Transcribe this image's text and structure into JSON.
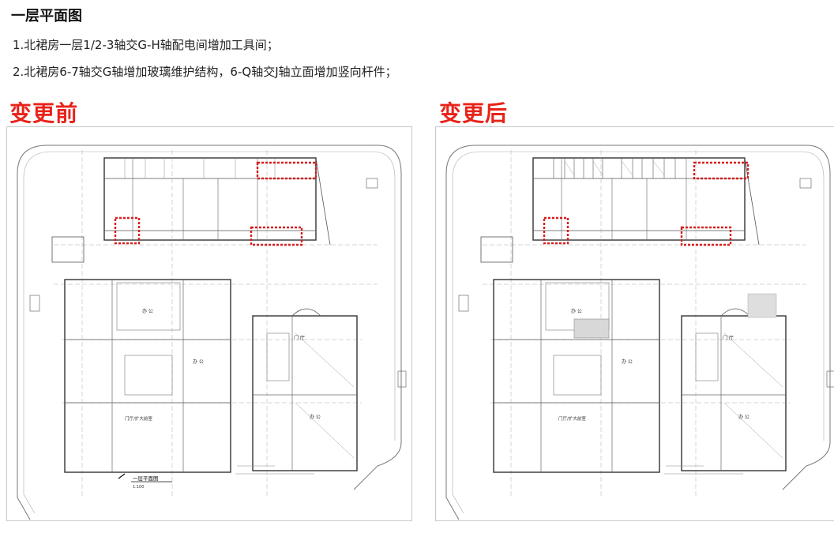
{
  "page": {
    "title": "一层平面图",
    "notes": [
      "1.北裙房一层1/2-3轴交G-H轴配电间增加工具间；",
      "2.北裙房6-7轴交G轴增加玻璃维护结构，6-Q轴交J轴立面增加竖向杆件；"
    ]
  },
  "before": {
    "label": "变更前",
    "drawing_title": "一层平面图",
    "scale": "1:100"
  },
  "after": {
    "label": "变更后"
  },
  "rooms": {
    "office": "办  公",
    "hall": "门厅/扩大前室",
    "door": "门  厅"
  },
  "colors": {
    "highlight": "#d81f1f",
    "line": "#333333",
    "accent_label": "#e8231a"
  }
}
